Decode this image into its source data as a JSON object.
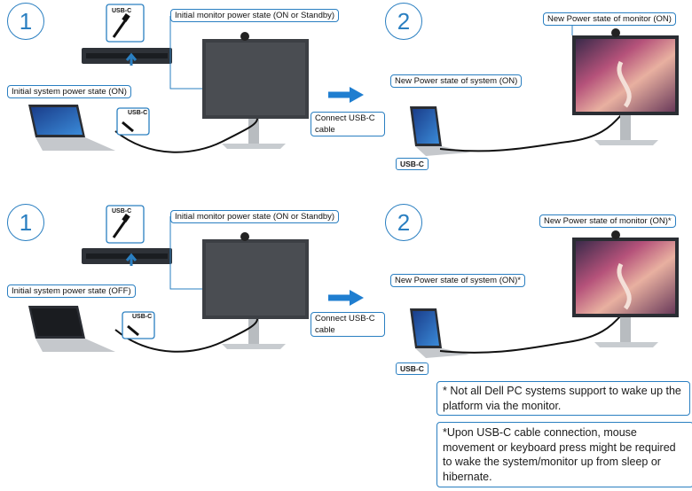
{
  "row1": {
    "step1": "1",
    "step2": "2",
    "monitor_initial": "Initial monitor power state (ON or Standby)",
    "system_initial": "Initial system power state (ON)",
    "action": "Connect USB-C cable",
    "system_new": "New Power state of system (ON)",
    "monitor_new": "New Power state of monitor (ON)",
    "usb_dock": "USB-C",
    "usb_laptop": "USB-C",
    "usb_result": "USB-C"
  },
  "row2": {
    "step1": "1",
    "step2": "2",
    "monitor_initial": "Initial monitor power state (ON or Standby)",
    "system_initial": "Initial system power state (OFF)",
    "action": "Connect USB-C cable",
    "system_new": "New Power state of system (ON)*",
    "monitor_new": "New Power state of monitor (ON)*",
    "usb_dock": "USB-C",
    "usb_laptop": "USB-C",
    "usb_result": "USB-C"
  },
  "notes": {
    "note1": "* Not all Dell PC systems support to wake up the platform via the monitor.",
    "note2": "*Upon USB-C cable connection, mouse movement or keyboard press might be required to wake the system/monitor up from sleep or hibernate."
  },
  "colors": {
    "accent": "#2a7fc1",
    "arrow": "#1f7ed0",
    "cable": "#111111"
  }
}
